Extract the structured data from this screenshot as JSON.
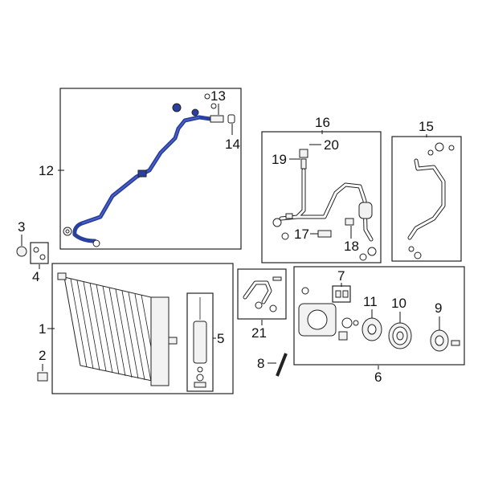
{
  "callouts": {
    "c1": "1",
    "c2": "2",
    "c3": "3",
    "c4": "4",
    "c5": "5",
    "c6": "6",
    "c7": "7",
    "c8": "8",
    "c9": "9",
    "c10": "10",
    "c11": "11",
    "c12": "12",
    "c13": "13",
    "c14": "14",
    "c15": "15",
    "c16": "16",
    "c17": "17",
    "c18": "18",
    "c19": "19",
    "c20": "20",
    "c21": "21"
  },
  "colors": {
    "highlight_hose": "#2a3f9e",
    "outline": "#222222",
    "background": "#ffffff"
  }
}
